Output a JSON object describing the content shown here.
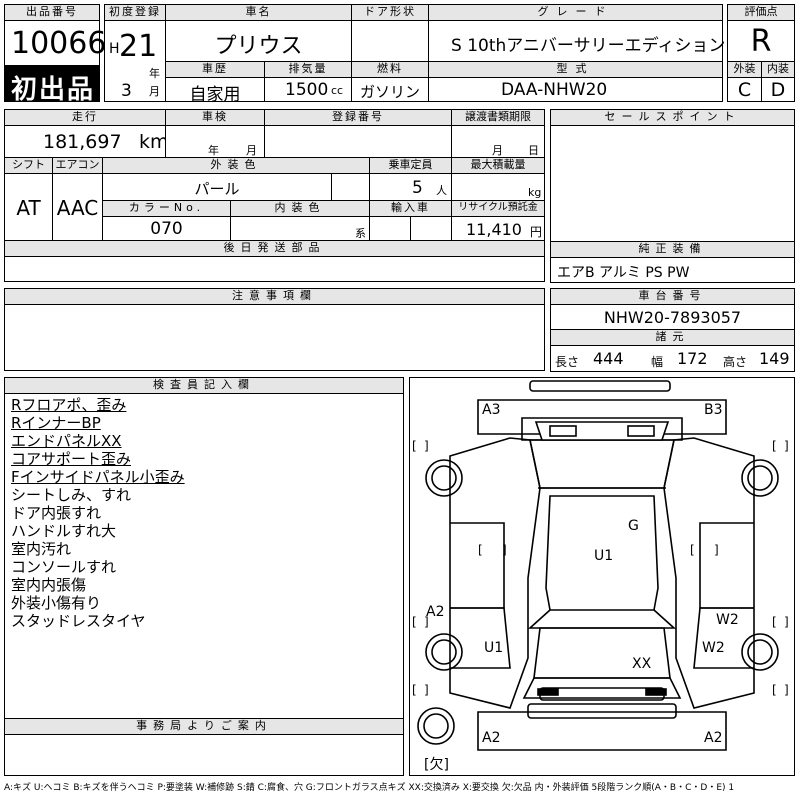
{
  "header": {
    "lot_label": "出品番号",
    "lot_number": "10066",
    "first_listing_badge": "初出品",
    "first_reg_label": "初度登録",
    "era_prefix": "H",
    "year": "21",
    "year_unit": "年",
    "month": "3",
    "month_unit": "月",
    "name_label": "車名",
    "car_name": "プリウス",
    "door_label": "ドア形状",
    "door_value": "",
    "grade_label": "グレード",
    "grade": "S 10thアニバーサリーエディション",
    "score_label": "評価点",
    "score": "R",
    "history_label": "車歴",
    "history": "自家用",
    "displacement_label": "排気量",
    "displacement": "1500",
    "displacement_unit": "cc",
    "fuel_label": "燃料",
    "fuel": "ガソリン",
    "model_label": "型式",
    "model": "DAA-NHW20",
    "exterior_label": "外装",
    "exterior_grade": "C",
    "interior_label": "内装",
    "interior_grade": "D"
  },
  "spec": {
    "mileage_label": "走行",
    "mileage": "181,697",
    "mileage_unit": "km",
    "inspection_label": "車検",
    "inspection_year_unit": "年",
    "inspection_month_unit": "月",
    "reg_number_label": "登録番号",
    "transfer_label": "譲渡書類期限",
    "transfer_month_unit": "月",
    "transfer_day_unit": "日",
    "shift_label": "シフト",
    "shift": "AT",
    "ac_label": "エアコン",
    "ac": "AAC",
    "ext_color_label": "外装色",
    "ext_color": "パール",
    "capacity_label": "乗車定員",
    "capacity": "5",
    "capacity_unit": "人",
    "max_load_label": "最大積載量",
    "max_load_unit": "kg",
    "color_no_label": "カラーNo.",
    "color_no": "070",
    "int_color_label": "内装色",
    "int_color_unit": "系",
    "import_label": "輸入車",
    "recycle_label": "リサイクル預託金",
    "recycle": "11,410",
    "recycle_unit": "円",
    "later_parts_label": "後日発送部品",
    "caution_label": "注意事項欄"
  },
  "right": {
    "sales_point_label": "セールスポイント",
    "equipment_label": "純正装備",
    "equipment": "エアB アルミ PS PW",
    "chassis_label": "車台番号",
    "chassis": "NHW20-7893057",
    "dims_label": "諸元",
    "length_label": "長さ",
    "length": "444",
    "width_label": "幅",
    "width": "172",
    "height_label": "高さ",
    "height": "149"
  },
  "inspector": {
    "label": "検査員記入欄",
    "notes": [
      {
        "text": "Rフロアポ、歪み",
        "underline": true
      },
      {
        "text": "RインナーBP",
        "underline": true
      },
      {
        "text": "エンドパネルXX",
        "underline": true
      },
      {
        "text": "コアサポート歪み",
        "underline": true
      },
      {
        "text": "Fインサイドパネル小歪み",
        "underline": true
      },
      {
        "text": "シートしみ、すれ",
        "underline": false
      },
      {
        "text": "ドア内張すれ",
        "underline": false
      },
      {
        "text": "ハンドルすれ大",
        "underline": false
      },
      {
        "text": "室内汚れ",
        "underline": false
      },
      {
        "text": "コンソールすれ",
        "underline": false
      },
      {
        "text": "室内内張傷",
        "underline": false
      },
      {
        "text": "外装小傷有り",
        "underline": false
      },
      {
        "text": "スタッドレスタイヤ",
        "underline": false
      }
    ],
    "office_label": "事務局よりご案内"
  },
  "diagram": {
    "marks": {
      "a3_left": "A3",
      "b3_right": "B3",
      "g_roof": "G",
      "u1_center": "U1",
      "a2_left": "A2",
      "w2_right": "W2",
      "u1_left": "U1",
      "w2_right_lower": "W2",
      "xx_rear": "XX",
      "a2_bottom_left": "A2",
      "a2_bottom_right": "A2"
    },
    "missing_label": "[欠]"
  },
  "legend": "A:キズ U:ヘコミ B:キズを伴うヘコミ P:要塗装 W:補修跡 S:錆 C:腐食、穴 G:フロントガラス点キズ XX:交換済み X:要交換 欠:欠品 内・外装評価 5段階ランク順(A・B・C・D・E) 1"
}
